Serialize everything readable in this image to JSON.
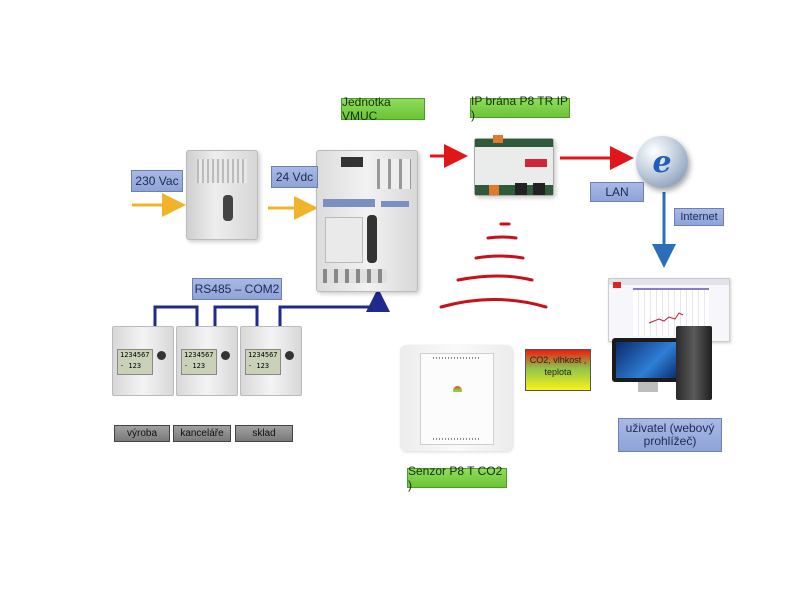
{
  "labels": {
    "power_in": "230 Vac",
    "power_out": "24 Vdc",
    "vmuc": "Jednotka VMUC",
    "ip_gateway": "IP brána P8 TR IP )",
    "lan": "LAN",
    "internet": "Internet",
    "rs485": "RS485 – COM2",
    "sensor": "Senzor P8 T CO2 )",
    "sensor_values": "CO2, vlhkost , teplota",
    "user": "uživatel (webový prohlížeč)"
  },
  "meters": [
    {
      "name": "výroba",
      "display_top": "1234567",
      "display_bottom": "- 123"
    },
    {
      "name": "kanceláře",
      "display_top": "1234567",
      "display_bottom": "- 123"
    },
    {
      "name": "sklad",
      "display_top": "1234567",
      "display_bottom": "- 123"
    }
  ],
  "colors": {
    "power_arrow": "#f0b429",
    "data_arrow": "#e0161a",
    "bus_line": "#1f2a8c",
    "internet_arrow": "#2a6fb8",
    "wireless_waves": "#c8101a"
  }
}
